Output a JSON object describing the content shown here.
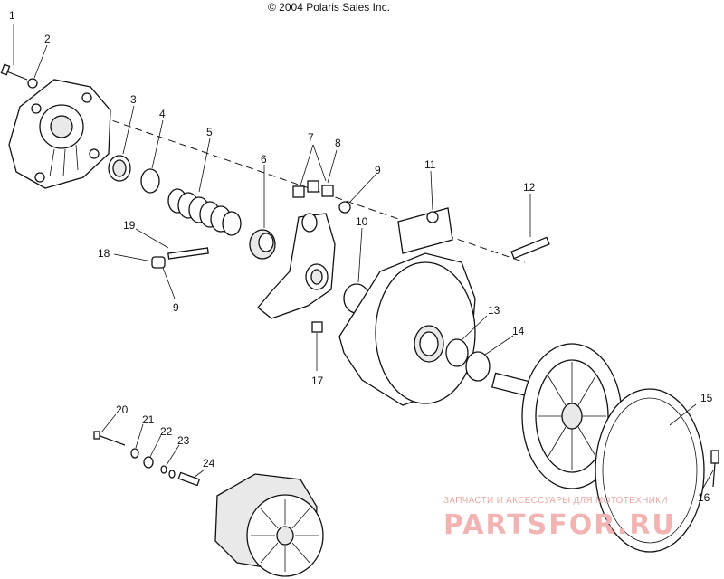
{
  "copyright": "© 2004 Polaris Sales Inc.",
  "watermark": {
    "caption": "ЗАПЧАСТИ И АКСЕССУАРЫ ДЛЯ МОТОТЕХНИКИ",
    "logo_text": "PARTSFOR.RU"
  },
  "callouts": [
    "1",
    "2",
    "3",
    "4",
    "5",
    "6",
    "7",
    "8",
    "9",
    "9",
    "10",
    "11",
    "12",
    "13",
    "14",
    "15",
    "16",
    "17",
    "18",
    "19",
    "20",
    "21",
    "22",
    "23",
    "24"
  ]
}
